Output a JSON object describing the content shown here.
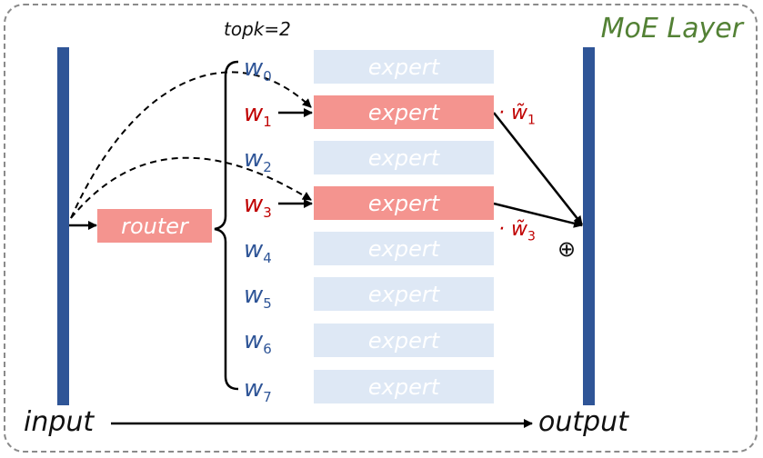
{
  "diagram": {
    "title": "MoE Layer",
    "topk": "topk=2",
    "router": "router",
    "input": "input",
    "output": "output",
    "plus": "⊕",
    "weights": [
      {
        "base": "w",
        "sub": "0",
        "active": false
      },
      {
        "base": "w",
        "sub": "1",
        "active": true
      },
      {
        "base": "w",
        "sub": "2",
        "active": false
      },
      {
        "base": "w",
        "sub": "3",
        "active": true
      },
      {
        "base": "w",
        "sub": "4",
        "active": false
      },
      {
        "base": "w",
        "sub": "5",
        "active": false
      },
      {
        "base": "w",
        "sub": "6",
        "active": false
      },
      {
        "base": "w",
        "sub": "7",
        "active": false
      }
    ],
    "experts": [
      {
        "label": "expert",
        "active": false
      },
      {
        "label": "expert",
        "active": true
      },
      {
        "label": "expert",
        "active": false
      },
      {
        "label": "expert",
        "active": true
      },
      {
        "label": "expert",
        "active": false
      },
      {
        "label": "expert",
        "active": false
      },
      {
        "label": "expert",
        "active": false
      },
      {
        "label": "expert",
        "active": false
      }
    ],
    "weighted_outputs": [
      {
        "text": "· w̃",
        "sub": "1"
      },
      {
        "text": "· w̃",
        "sub": "3"
      }
    ],
    "colors": {
      "bar": "#2f5597",
      "active": "#f4948f",
      "inactive": "#dee8f5",
      "weight_active": "#c00000",
      "weight_inactive": "#2f5597",
      "title": "#538135"
    }
  }
}
